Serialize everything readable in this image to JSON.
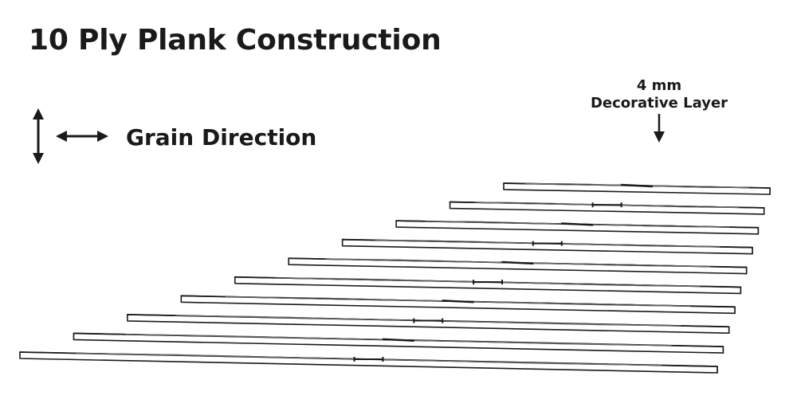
{
  "title": "10 Ply Plank Construction",
  "legend": {
    "label": "Grain Direction",
    "vertical_arrow_icon": "double-arrow-vertical",
    "horizontal_arrow_icon": "double-arrow-horizontal"
  },
  "callout": {
    "line1": "4 mm",
    "line2": "Decorative Layer"
  },
  "diagram": {
    "layer_count": 10,
    "grain_pattern": [
      "cross",
      "long",
      "cross",
      "long",
      "cross",
      "long",
      "cross",
      "long",
      "cross",
      "long"
    ],
    "stroke_color": "#1a1a1a",
    "fill_color": "#ffffff"
  }
}
